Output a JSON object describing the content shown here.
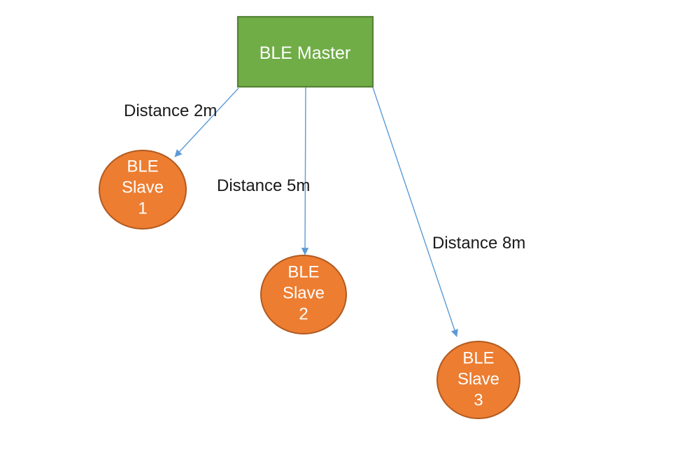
{
  "colors": {
    "background": "#ffffff",
    "master_fill": "#70ad47",
    "master_border": "#548235",
    "slave_fill": "#ed7d31",
    "slave_border": "#b15a20",
    "connector": "#5b9bd5",
    "shape_text": "#ffffff",
    "label_text": "#1a1a1a"
  },
  "master": {
    "label": "BLE Master"
  },
  "slaves": [
    {
      "lines": [
        "BLE",
        "Slave",
        "1"
      ]
    },
    {
      "lines": [
        "BLE",
        "Slave",
        "2"
      ]
    },
    {
      "lines": [
        "BLE",
        "Slave",
        "3"
      ]
    }
  ],
  "connections": [
    {
      "from": "BLE Master",
      "to": "BLE Slave 1",
      "label": "Distance 2m"
    },
    {
      "from": "BLE Master",
      "to": "BLE Slave 2",
      "label": "Distance 5m"
    },
    {
      "from": "BLE Master",
      "to": "BLE Slave 3",
      "label": "Distance 8m"
    }
  ]
}
